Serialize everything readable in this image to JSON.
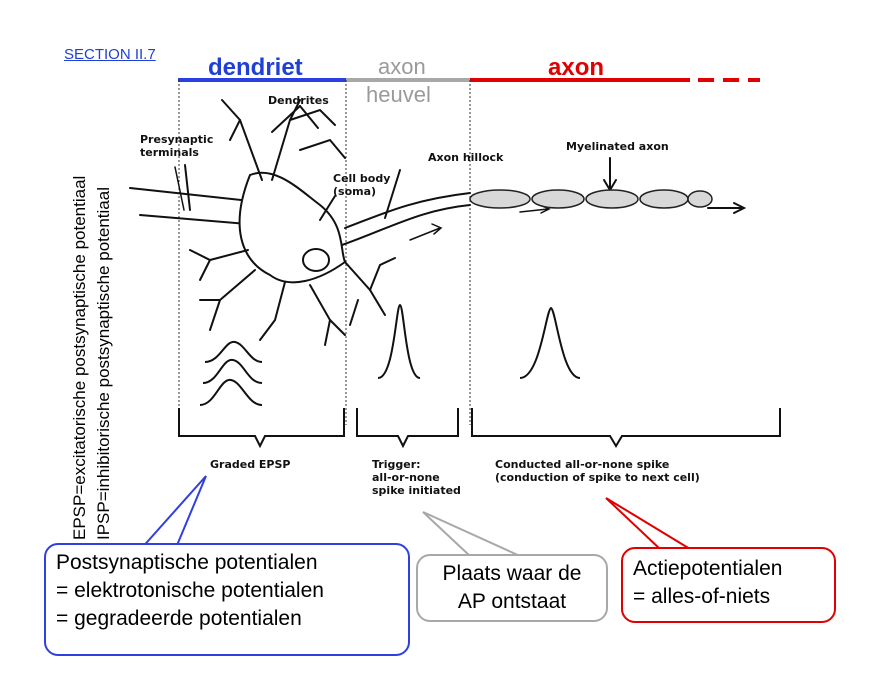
{
  "section_link": "SECTION II.7",
  "headers": {
    "dendriet": "dendriet",
    "axon_hill_1": "axon",
    "axon_hill_2": "heuvel",
    "axon": "axon"
  },
  "side_text": {
    "epsp": "EPSP=excitatorische postsynaptische potentiaal",
    "ipsp": "IPSP=inhibitorische postsynaptische potentiaal"
  },
  "figure_labels": {
    "dendrites": "Dendrites",
    "presynaptic_1": "Presynaptic",
    "presynaptic_2": "terminals",
    "cell_body_1": "Cell body",
    "cell_body_2": "(soma)",
    "axon_hillock": "Axon hillock",
    "myelinated": "Myelinated axon",
    "graded": "Graded EPSP",
    "trigger_1": "Trigger:",
    "trigger_2": "all-or-none",
    "trigger_3": "spike initiated",
    "conducted_1": "Conducted all-or-none spike",
    "conducted_2": "(conduction of spike to next cell)"
  },
  "callouts": {
    "blue": [
      "Postsynaptische potentialen",
      "= elektrotonische potentialen",
      "= gegradeerde potentialen"
    ],
    "gray": [
      "Plaats waar de",
      "AP ontstaat"
    ],
    "red": [
      "Actiepotentialen",
      "= alles-of-niets"
    ]
  },
  "colors": {
    "blue": "#1f3fd6",
    "gray": "#9a9a9a",
    "red": "#e00000"
  }
}
